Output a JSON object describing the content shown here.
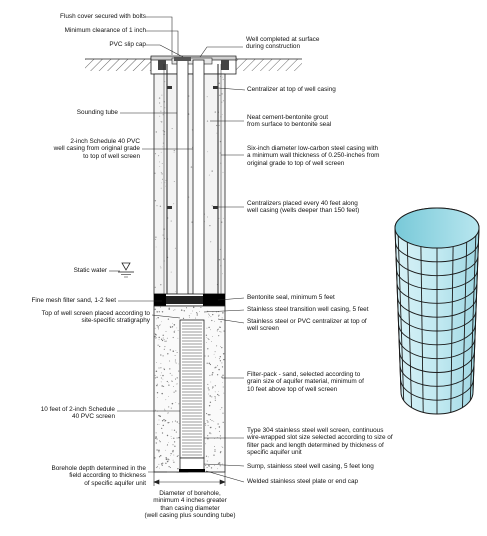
{
  "labels": {
    "flush_cover": "Flush cover secured with bolts",
    "min_clearance": "Minimum clearance of 1 inch",
    "slip_cap": "PVC slip cap",
    "well_completed": "Well completed at surface\nduring construction",
    "centralizer_top": "Centralizer at top of well casing",
    "sounding_tube": "Sounding tube",
    "grout": "Neat cement-bentonite grout\nfrom surface to bentonite seal",
    "pvc_casing": "2-inch Schedule 40 PVC\nwell casing from original grade\nto top of well screen",
    "steel_casing": "Six-inch diameter low-carbon steel casing with\na minimum wall thickness of 0.250-inches from\noriginal grade to top of well screen",
    "centralizers_every": "Centralizers placed every 40 feet along\nwell casing (wells deeper than 150 feet)",
    "static_water": "Static water",
    "filter_sand": "Fine mesh filter sand, 1-2 feet",
    "bentonite_seal": "Bentonite seal, minimum 5 feet",
    "top_screen": "Top of well screen placed according to\nsite-specific stratigraphy",
    "transition_casing": "Stainless steel transition well casing, 5 feet",
    "centralizer_screen": "Stainless steel or PVC centralizer at top of\nwell screen",
    "filter_pack": "Filter-pack - sand, selected according to\ngrain size of aquifer material, minimum of\n10 feet above top of well screen",
    "pvc_screen": "10 feet of 2-inch Schedule\n40 PVC screen",
    "ss_screen": "Type 304 stainless steel well screen, continuous\nwire-wrapped slot size selected according to size of\nfilter pack and length determined by thickness of\nspecific aquifer unit",
    "sump": "Sump, stainless steel well casing, 5 feet long",
    "borehole_depth": "Borehole depth determined in the\nfield according to thickness\nof specific aquifer unit",
    "end_cap": "Welded stainless steel plate or end cap",
    "borehole_diameter": "Diameter of borehole,\nminimum 4 inches greater\nthan casing diameter\n(well casing plus sounding tube)"
  }
}
